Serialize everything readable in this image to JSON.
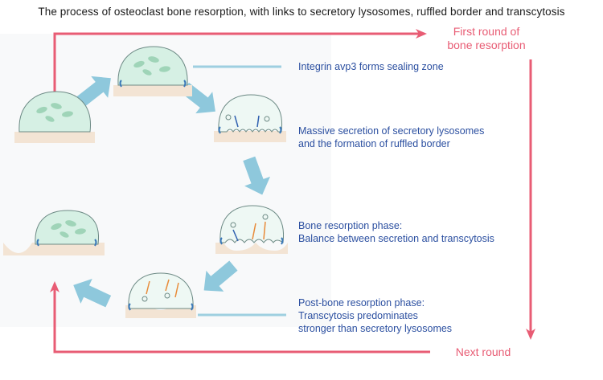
{
  "title": "The process of osteoclast bone resorption, with links to secretory lysosomes, ruffled border and transcytosis",
  "round_labels": {
    "first_line1": "First round of",
    "first_line2": "bone resorption",
    "next": "Next round"
  },
  "steps": [
    {
      "line1": "Integrin avp3 forms sealing zone",
      "line2": "",
      "line3": ""
    },
    {
      "line1": "Massive secretion of secretory lysosomes",
      "line2": "and the formation of ruffled border",
      "line3": ""
    },
    {
      "line1": "Bone resorption phase:",
      "line2": "Balance between secretion and transcytosis",
      "line3": ""
    },
    {
      "line1": "Post-bone resorption phase:",
      "line2": "Transcytosis predominates",
      "line3": "stronger than secretory lysosomes"
    }
  ],
  "colors": {
    "cycle_line": "#e85c74",
    "flow_arrow": "#8ec8dc",
    "connector": "#9ecfe0",
    "cell_fill": "#d6f0e4",
    "cell_outline": "#6d8a85",
    "nucleus": "#9fd4b8",
    "bone": "#f3e4d4",
    "integrin": "#3a78b8",
    "secretion_arrow": "#3060b0",
    "transcytosis_arrow": "#e88b3a",
    "note_text": "#2b4fa0"
  }
}
